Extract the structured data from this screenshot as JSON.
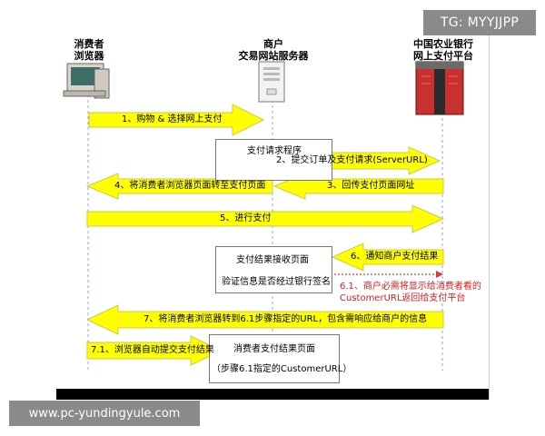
{
  "watermark_top": "TG: MYYJJPP",
  "watermark_bottom": "www.pc-yundingyule.com",
  "actors": {
    "consumer": "消费者\n浏览器",
    "merchant": "商户\n交易网站服务器",
    "bank": "中国农业银行\n网上支付平台"
  },
  "boxes": {
    "payment_request": "支付请求程序",
    "result_receive": "支付结果接收页面",
    "verify": "验证信息是否经过银行签名",
    "result_page_title": "消费者支付结果页面",
    "result_page_sub": "（步骤6.1指定的CustomerURL）"
  },
  "steps": [
    {
      "id": "1",
      "label": "1、购物 & 选择网上支付"
    },
    {
      "id": "2",
      "label": "2、提交订单及支付请求(ServerURL)"
    },
    {
      "id": "3",
      "label": "3、回传支付页面网址"
    },
    {
      "id": "4",
      "label": "4、将消费者浏览器页面转至支付页面"
    },
    {
      "id": "5",
      "label": "5、进行支付"
    },
    {
      "id": "6",
      "label": "6、通知商户支付结果"
    },
    {
      "id": "7",
      "label": "7、将消费者浏览器转到6.1步骤指定的URL，包含需响应给商户的信息"
    },
    {
      "id": "7.1",
      "label": "7.1、浏览器自动提交支付结果"
    }
  ],
  "note_6_1": "6.1、商户必需将显示给消费者看的\nCustomerURL返回给支付平台",
  "colors": {
    "arrow_fill": "#ffff00",
    "arrow_stroke": "#c9c94a",
    "lifeline": "#8fa9d8",
    "red_note": "#cc2222",
    "red_dotted": "#d04040"
  }
}
